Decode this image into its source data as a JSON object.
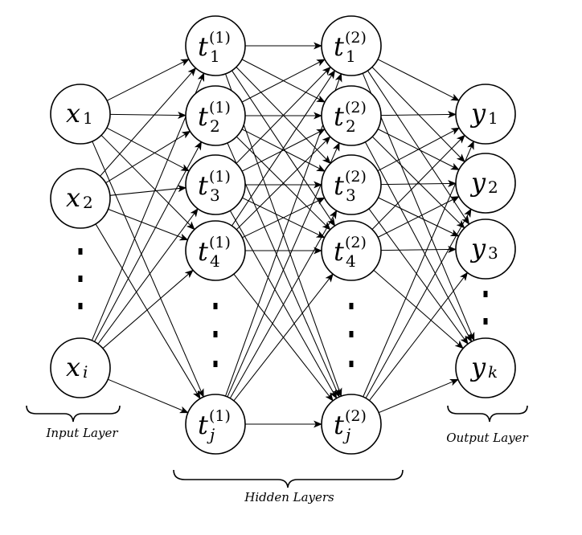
{
  "colors": {
    "stroke": "#000000",
    "background": "#ffffff"
  },
  "layers": {
    "input": [
      {
        "id": "in-1",
        "base": "x",
        "sub": "1"
      },
      {
        "id": "in-2",
        "base": "x",
        "sub": "2"
      },
      {
        "id": "in-i",
        "base": "x",
        "sub": "i",
        "subItalic": true
      }
    ],
    "hidden1": [
      {
        "id": "h1-1",
        "base": "t",
        "sub": "1",
        "sup": "(1)"
      },
      {
        "id": "h1-2",
        "base": "t",
        "sub": "2",
        "sup": "(1)"
      },
      {
        "id": "h1-3",
        "base": "t",
        "sub": "3",
        "sup": "(1)"
      },
      {
        "id": "h1-4",
        "base": "t",
        "sub": "4",
        "sup": "(1)"
      },
      {
        "id": "h1-j",
        "base": "t",
        "sub": "j",
        "subItalic": true,
        "sup": "(1)"
      }
    ],
    "hidden2": [
      {
        "id": "h2-1",
        "base": "t",
        "sub": "1",
        "sup": "(2)"
      },
      {
        "id": "h2-2",
        "base": "t",
        "sub": "2",
        "sup": "(2)"
      },
      {
        "id": "h2-3",
        "base": "t",
        "sub": "3",
        "sup": "(2)"
      },
      {
        "id": "h2-4",
        "base": "t",
        "sub": "4",
        "sup": "(2)"
      },
      {
        "id": "h2-j",
        "base": "t",
        "sub": "j",
        "subItalic": true,
        "sup": "(2)"
      }
    ],
    "output": [
      {
        "id": "out-1",
        "base": "y",
        "sub": "1"
      },
      {
        "id": "out-2",
        "base": "y",
        "sub": "2"
      },
      {
        "id": "out-3",
        "base": "y",
        "sub": "3"
      },
      {
        "id": "out-k",
        "base": "y",
        "sub": "k",
        "subItalic": true
      }
    ]
  },
  "captions": {
    "input": "Input Layer",
    "hidden": "Hidden Layers",
    "output": "Output Layer"
  }
}
